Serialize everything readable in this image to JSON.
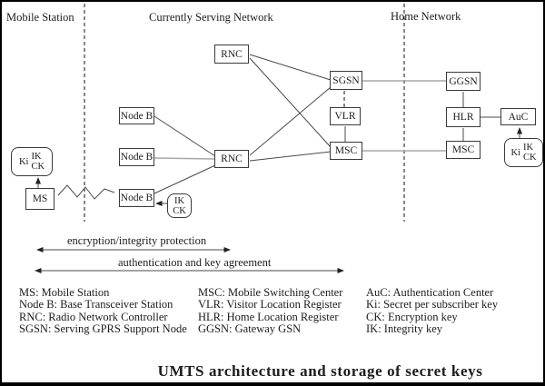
{
  "sections": {
    "mobile_station": "Mobile Station",
    "serving_network": "Currently Serving Network",
    "home_network": "Home Network"
  },
  "nodes": {
    "rnc_top": "RNC",
    "nodeb_1": "Node B",
    "nodeb_2": "Node B",
    "nodeb_3": "Node B",
    "rnc_mid": "RNC",
    "sgsn": "SGSN",
    "vlr": "VLR",
    "msc_serving": "MSC",
    "ggsn": "GGSN",
    "hlr": "HLR",
    "auc": "AuC",
    "msc_home": "MSC",
    "ms": "MS"
  },
  "keys": {
    "ki": "Ki",
    "ik": "IK",
    "ck": "CK"
  },
  "arrows": {
    "encryption": "encryption/integrity protection",
    "authentication": "authentication and key agreement"
  },
  "legend": {
    "col1": [
      "MS: Mobile Station",
      "Node B: Base Transceiver Station",
      "RNC: Radio Network Controller",
      "SGSN: Serving GPRS Support Node"
    ],
    "col2": [
      "MSC: Mobile Switching Center",
      "VLR: Visitor Location Register",
      "HLR: Home Location Register",
      "GGSN: Gateway GSN"
    ],
    "col3": [
      "AuC: Authentication Center",
      "Ki: Secret per subscriber key",
      "CK: Encryption key",
      "IK: Integrity key"
    ]
  },
  "caption": "UMTS architecture and storage of secret keys",
  "colors": {
    "line": "#4a4a4a",
    "gray-line": "#a8a8a8"
  }
}
